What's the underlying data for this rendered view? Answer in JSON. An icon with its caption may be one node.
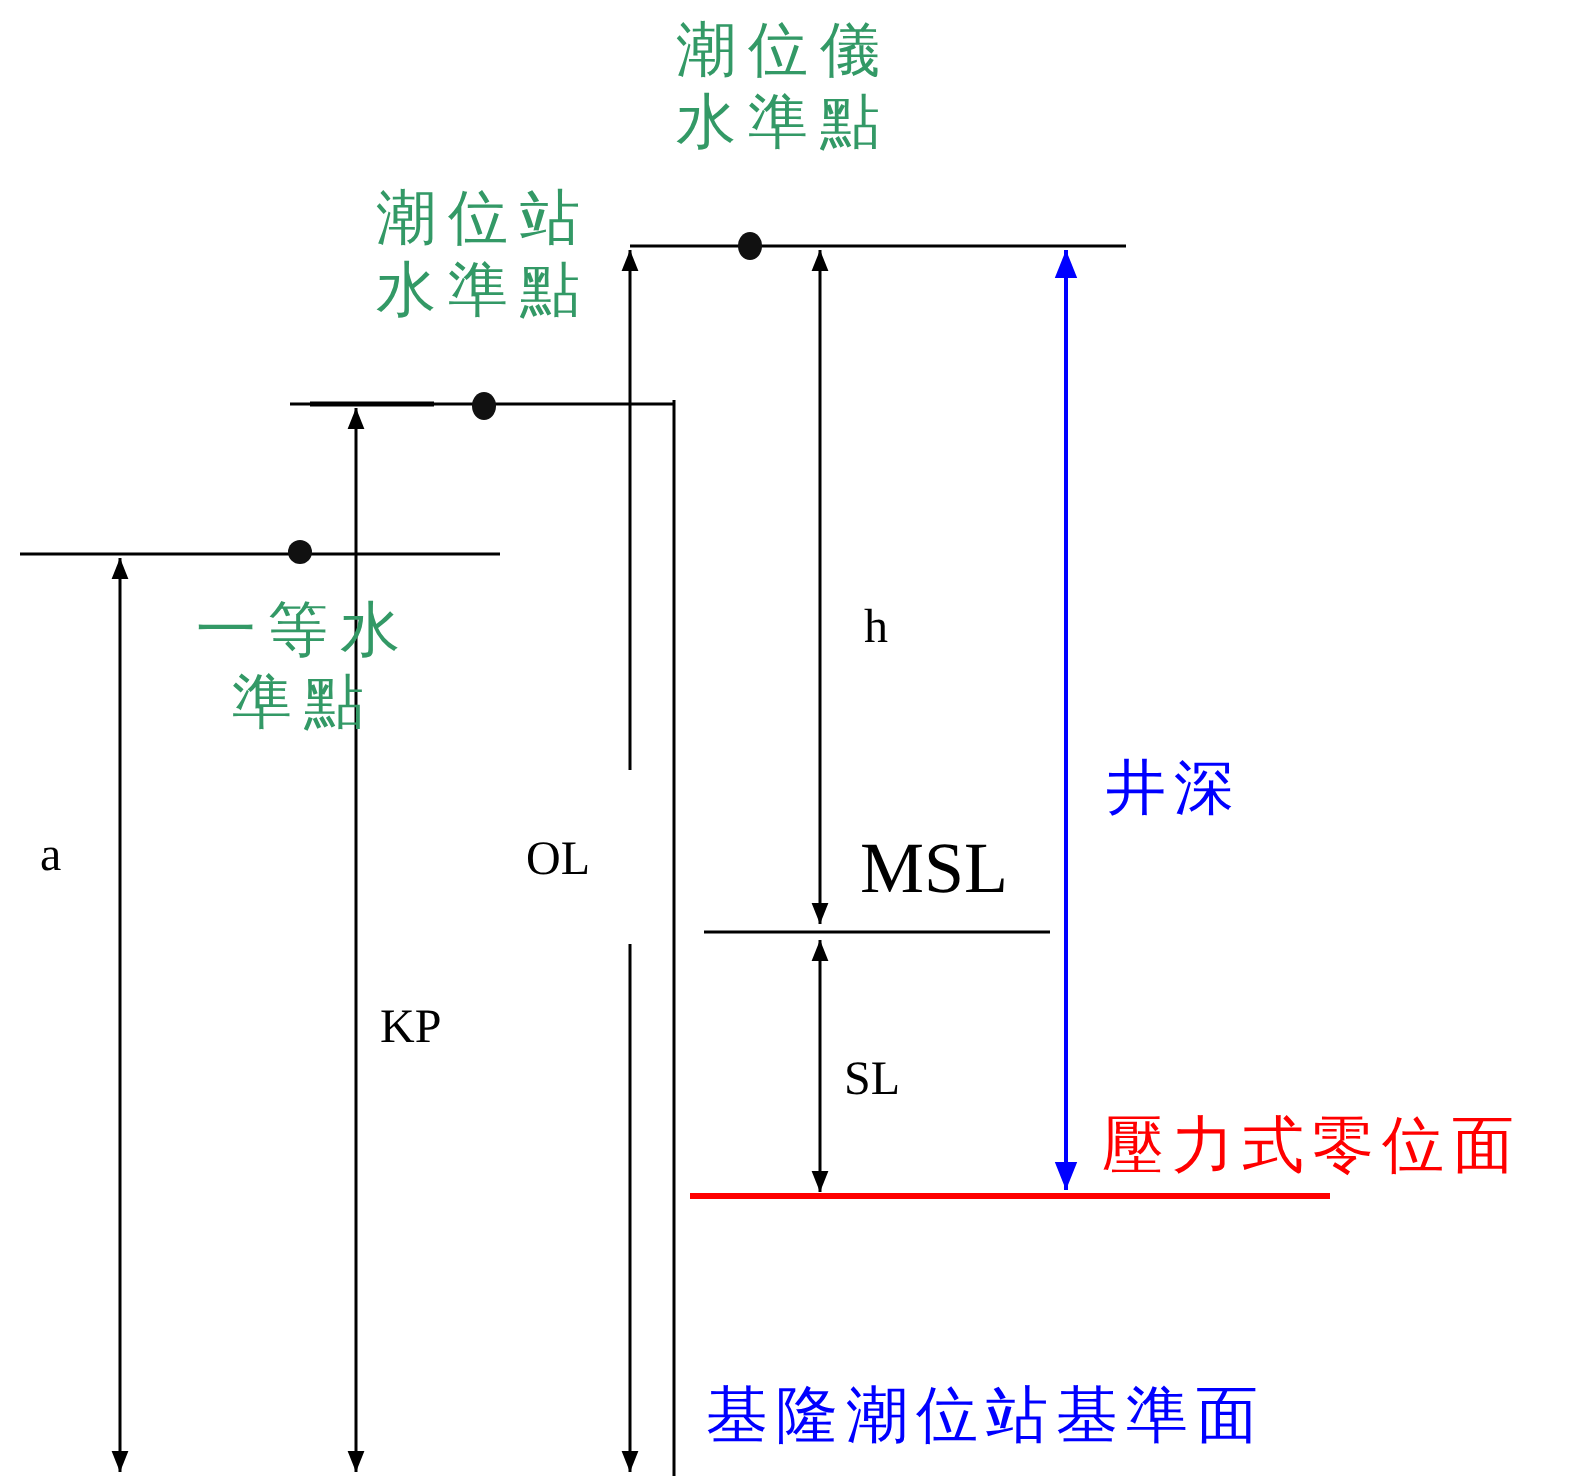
{
  "diagram": {
    "labels": [
      "潮位儀水準點",
      "潮位站水準點",
      "一等水準點",
      "h",
      "a",
      "OL",
      "MSL",
      "井深",
      "KP",
      "SL",
      "壓力式零位面",
      "基隆潮位站基準面"
    ]
  }
}
